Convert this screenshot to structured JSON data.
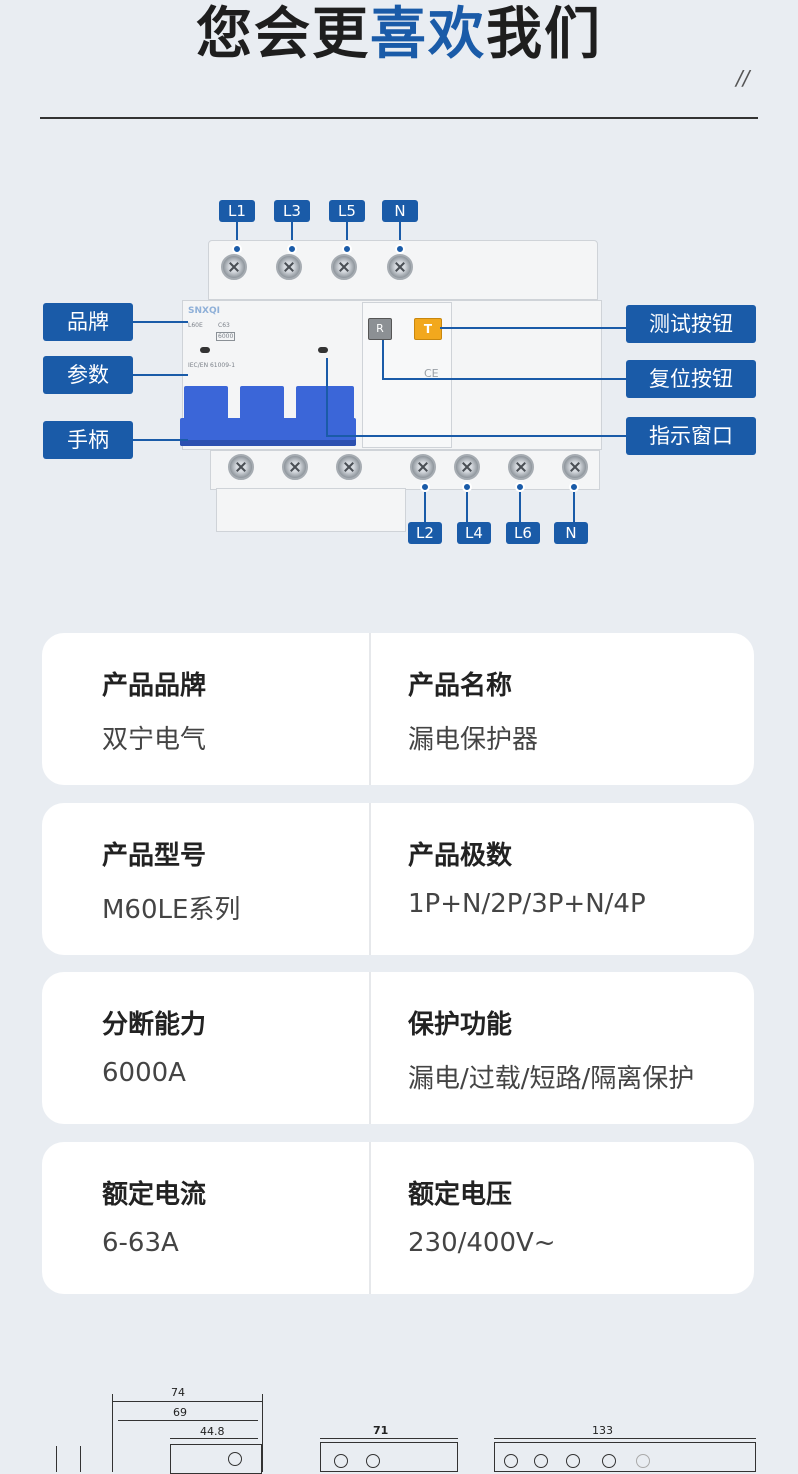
{
  "header": {
    "title_part1": "您会更",
    "title_highlight": "喜欢",
    "title_part2": "我们",
    "mark": "//"
  },
  "product": {
    "top_terminals": [
      "L1",
      "L3",
      "L5",
      "N"
    ],
    "bottom_terminals": [
      "L2",
      "L4",
      "L6",
      "N"
    ],
    "left_callouts": [
      "品牌",
      "参数",
      "手柄"
    ],
    "right_callouts": [
      "测试按钮",
      "复位按钮",
      "指示窗口"
    ],
    "device_brand": "SNXQI",
    "device_model": "L60E",
    "device_curve": "C63",
    "device_rating": "6000",
    "device_standard": "IEC/EN 61009-1",
    "reset_label": "R",
    "test_label": "T",
    "ce_mark": "CE"
  },
  "specs": [
    {
      "label": "产品品牌",
      "value": "双宁电气"
    },
    {
      "label": "产品名称",
      "value": "漏电保护器"
    },
    {
      "label": "产品型号",
      "value": "M60LE系列"
    },
    {
      "label": "产品极数",
      "value": "1P+N/2P/3P+N/4P"
    },
    {
      "label": "分断能力",
      "value": "6000A"
    },
    {
      "label": "保护功能",
      "value": "漏电/过载/短路/隔离保护"
    },
    {
      "label": "额定电流",
      "value": "6-63A"
    },
    {
      "label": "额定电压",
      "value": "230/400V~"
    }
  ],
  "dimensions": {
    "d1": "74",
    "d2": "69",
    "d3": "44.8",
    "d4": "71",
    "d5": "133"
  },
  "colors": {
    "accent": "#1a5ba8",
    "background": "#e9edf2",
    "handle": "#3b66d8",
    "test_button": "#f2a81d"
  }
}
